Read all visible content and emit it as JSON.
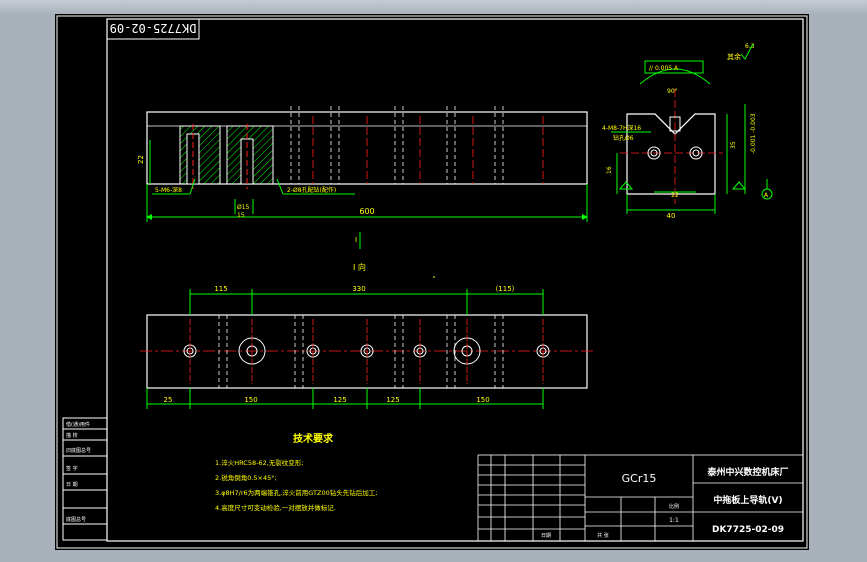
{
  "drawing_number_stamp": "DK7725-02-09",
  "front_view": {
    "overall_length": "600",
    "left_height": "22",
    "left_hole_callout": "5-M6-深8",
    "bottom_hole_callout": "Ø15",
    "bottom_hole_depth": "15",
    "slot_callout": "2-Ø8孔配钻(配作)"
  },
  "section_label": "I 向",
  "section_marker": "I",
  "top_view": {
    "dims_top": [
      "115",
      "330",
      "(115)"
    ],
    "dims_bottom": [
      "25",
      "150",
      "125",
      "125",
      "150"
    ]
  },
  "side_view": {
    "roughness": "其余",
    "roughness_value": "6.3",
    "tolerance_frame": "// 0.005 A",
    "angle": "90°",
    "hole_callout": "4-M8-7H深16",
    "hole_callout_sub": "钻孔Ø6",
    "dim_width": "40",
    "dim_center": "22",
    "dim_height_left": "16",
    "dim_height_right": "35",
    "dim_tol": "-0.001\n-0.003",
    "datum": "A"
  },
  "tech_requirements": {
    "title": "技术要求",
    "items": [
      "1.淬火HRC58-62,无裂纹变形;",
      "2.锐角倒角0.5×45°;",
      "3.φ8H7/r6为两端锥孔,淬火前用GTZ00钻头先钻后加工;",
      "4.高度尺寸可变动检验,一对摆放并做标记."
    ]
  },
  "title_block": {
    "material": "GCr15",
    "company": "泰州中兴数控机床厂",
    "part_name": "中拖板上导轨(V)",
    "drawing_no": "DK7725-02-09",
    "scale": "1:1",
    "label_scale": "比例",
    "label_sheet": "共 张",
    "label_date": "日期"
  },
  "side_table": {
    "rows": [
      "借(通)用件",
      "描 校",
      "旧底图总号",
      "签 字",
      "日 期",
      "底图总号"
    ]
  },
  "colors": {
    "background": "#000000",
    "lines": "#ffffff",
    "centerline": "#ff2020",
    "dimensions": "#00ff00",
    "text": "#ffff00",
    "hatch": "#00ff00"
  }
}
